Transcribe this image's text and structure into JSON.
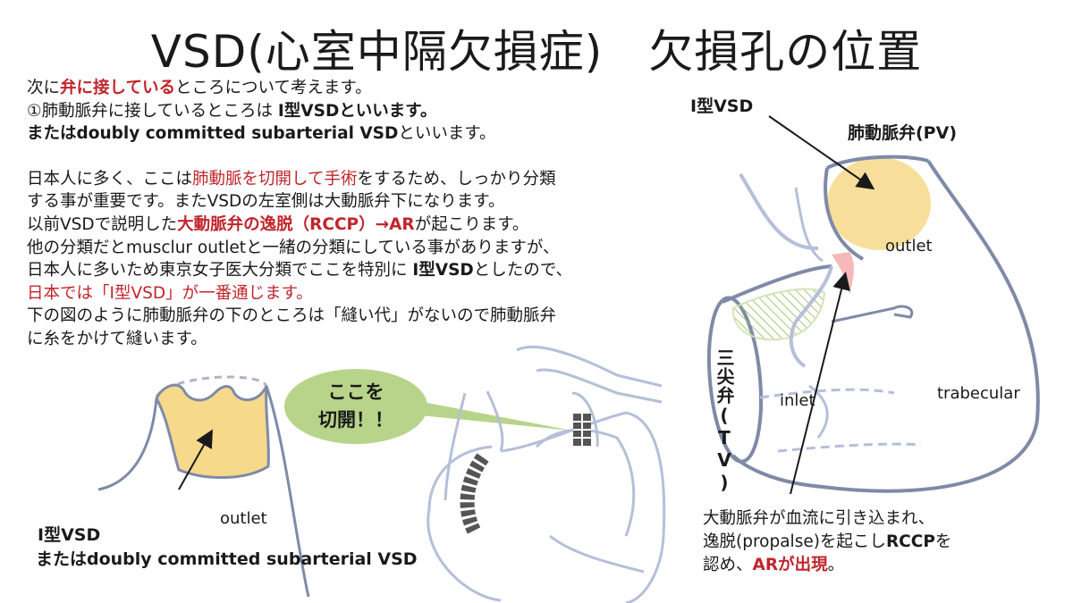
{
  "title": "VSD(心室中隔欠損症)　欠損孔の位置",
  "body": {
    "l1_a": "次に",
    "l1_b": "弁に接している",
    "l1_c": "ところについて考えます。",
    "l2_a": "①肺動脈弁に接しているところは",
    "l2_b": "Ⅰ型VSDといいます。",
    "l3_a": "またはdoubly committed subarterial VSD",
    "l3_b": "といいます。",
    "l4_a": "日本人に多く、ここは",
    "l4_b": "肺動脈を切開して手術",
    "l4_c": "をするため、しっかり分類",
    "l5": "する事が重要です。またVSDの左室側は大動脈弁下になります。",
    "l6_a": "以前VSDで説明した",
    "l6_b": "大動脈弁の逸脱（RCCP）→AR",
    "l6_c": "が起こります。",
    "l7": "他の分類だとmusclur outletと一緒の分類にしている事がありますが、",
    "l8_a": "日本人に多いため東京女子医大分類でここを特別に",
    "l8_b": "Ⅰ型VSD",
    "l8_c": "としたので、",
    "l9": "日本では「Ⅰ型VSD」が一番通じます。",
    "l10": "下の図のように肺動脈弁の下のところは「縫い代」がないので肺動脈弁",
    "l11": "に糸をかけて縫います。"
  },
  "left_diagram": {
    "type_label": "Ⅰ型VSD",
    "subtype_label": "またはdoubly committed subarterial VSD",
    "outlet_label": "outlet"
  },
  "bubble": {
    "line1": "ここを",
    "line2": "切開！！"
  },
  "right_diagram": {
    "type_label": "Ⅰ型VSD",
    "pv_label": "肺動脈弁(PV)",
    "outlet_label": "outlet",
    "tv_label": "三尖弁(TV)",
    "inlet_label": "inlet",
    "trabecular_label": "trabecular"
  },
  "note": {
    "line1": "大動脈弁が血流に引き込まれ、",
    "line2_a": "逸脱(propalse)を起こし",
    "line2_b": "RCCP",
    "line2_c": "を",
    "line3_a": "認め、",
    "line3_b": "ARが出現",
    "line3_c": "。"
  },
  "colors": {
    "accent_red": "#c0262d",
    "outline_blue": "#7f8aa8",
    "valve_yellow": "#f6d98a",
    "bubble_green": "#b7d48a"
  }
}
